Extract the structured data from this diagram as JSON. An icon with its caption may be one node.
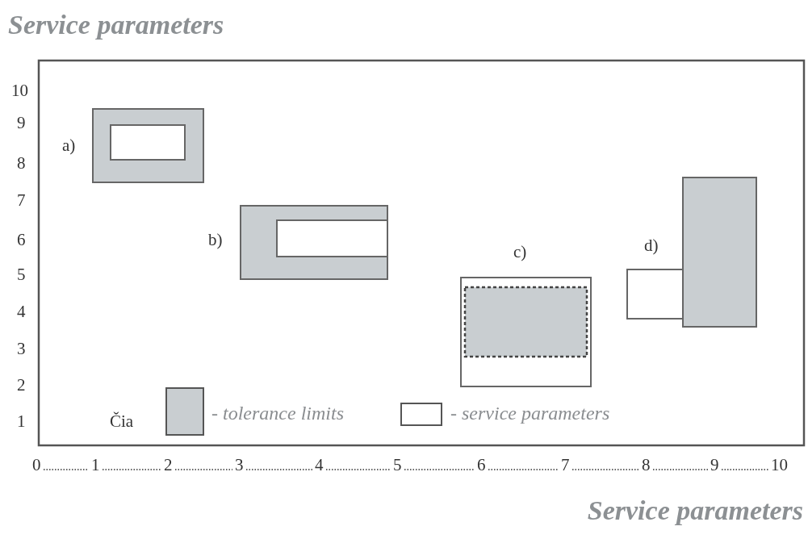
{
  "diagram": {
    "title": "Service parameters",
    "caption": "Service parameters",
    "labels": [
      "10",
      "9",
      "8",
      "7",
      "6",
      "5",
      "4",
      "3",
      "2",
      "1",
      "a)",
      "b)",
      "c)",
      "d)",
      "Čia",
      "0",
      "1",
      "2",
      "3",
      "4",
      "5",
      "6",
      "7",
      "8",
      "9",
      "10"
    ],
    "legend": [
      {
        "text": "- tolerance limits",
        "color": "#c9ced1"
      },
      {
        "text": "- service parameters",
        "color": "#ffffff"
      }
    ]
  }
}
